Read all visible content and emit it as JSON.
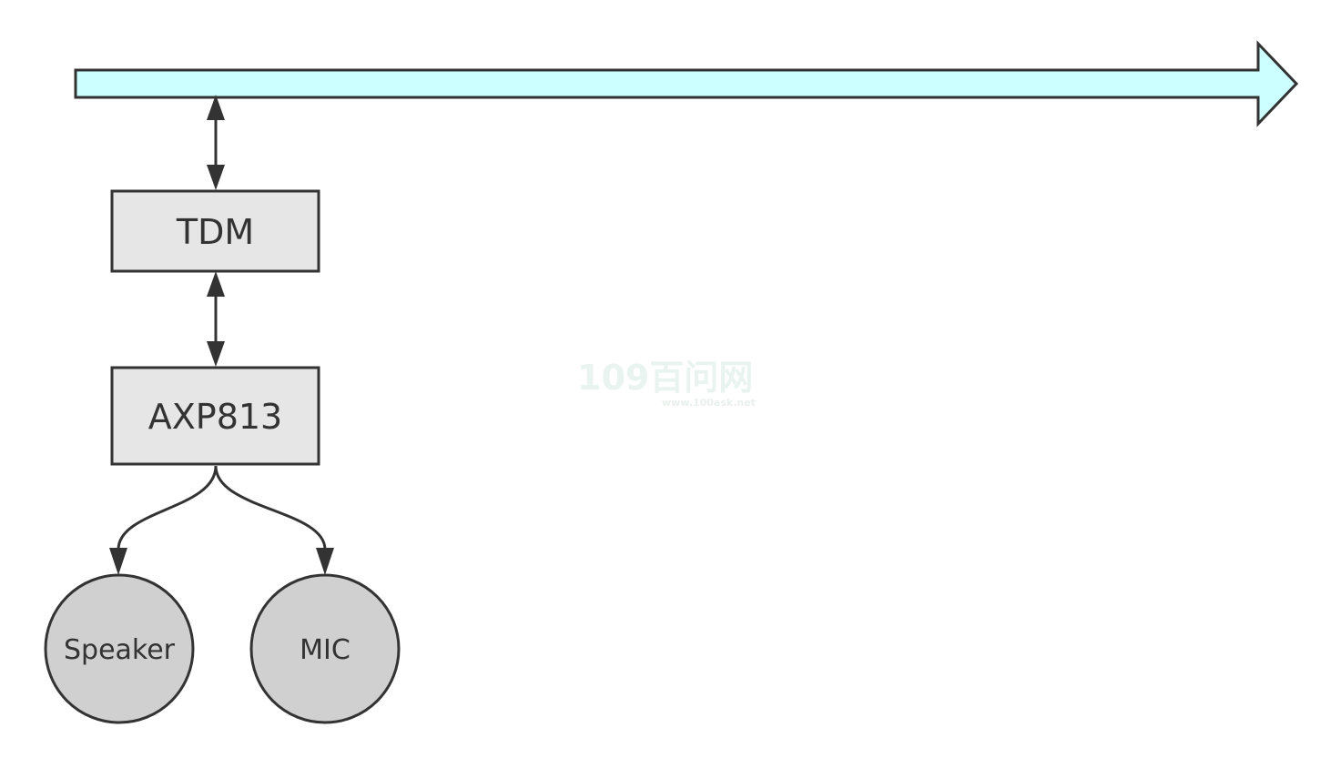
{
  "nodes": {
    "tdm": {
      "label": "TDM"
    },
    "axp813": {
      "label": "AXP813"
    },
    "speaker": {
      "label": "Speaker"
    },
    "mic": {
      "label": "MIC"
    }
  },
  "bus": {
    "label": ""
  },
  "watermark": {
    "logo_text": "109百问网",
    "url_text": "www.100ask.net"
  },
  "colors": {
    "bus_fill": "#ccffff",
    "box_fill": "#e6e6e6",
    "circle_fill": "#d0d0d0",
    "stroke": "#333333"
  }
}
